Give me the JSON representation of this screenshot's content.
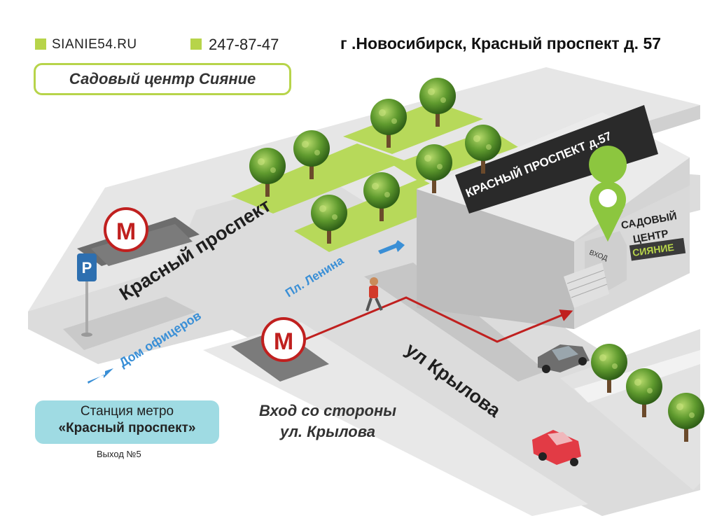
{
  "header": {
    "website": "SIANIE54.RU",
    "phone": "247-87-47",
    "address": "г .Новосибирск, Красный проспект д. 57",
    "accent_color": "#b7d44a"
  },
  "title": "Садовый центр Сияние",
  "map": {
    "streets": {
      "main": "Красный проспект",
      "side": "ул Крылова",
      "direction_lenina": "Пл. Ленина",
      "direction_officers": "Дом офицеров"
    },
    "building": {
      "banner": "КРАСНЫЙ ПРОСПЕКТ д.57",
      "sign_line1": "САДОВЫЙ",
      "sign_line2": "ЦЕНТР",
      "sign_line3": "СИЯНИЕ",
      "door_label": "ВХОД"
    },
    "metro_letter": "М",
    "parking_letter": "P",
    "route_color": "#c0201f",
    "direction_color": "#3a8fd6"
  },
  "metro": {
    "line1": "Станция метро",
    "line2": "«Красный проспект»",
    "exit": "Выход №5"
  },
  "entry": {
    "line1": "Вход со стороны",
    "line2": "ул. Крылова"
  }
}
